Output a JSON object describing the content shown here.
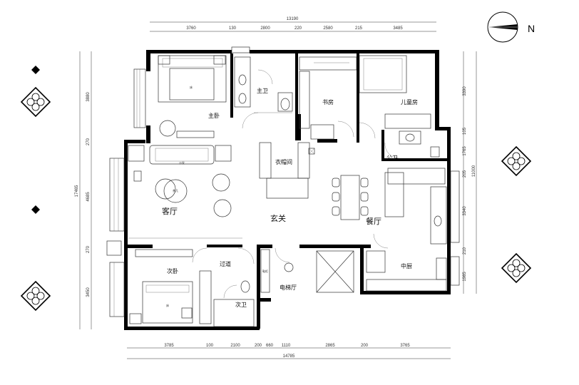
{
  "compass": {
    "label": "N"
  },
  "dimensions": {
    "top_total": "13190",
    "top": [
      "3760",
      "130",
      "2800",
      "220",
      "2580",
      "215",
      "3485"
    ],
    "bottom_total": "14785",
    "bottom": [
      "3785",
      "100",
      "2100",
      "200",
      "660",
      "1110",
      "2865",
      "200",
      "3765"
    ],
    "left_total": "17465",
    "left": [
      "3880",
      "270",
      "4685",
      "270",
      "3450"
    ],
    "right_total": "11000",
    "right": [
      "3390",
      "105",
      "1765",
      "205",
      "3340",
      "210",
      "1985"
    ]
  },
  "rooms": {
    "master_bedroom": "主卧",
    "master_bath": "主卫",
    "study": "书房",
    "kids_room": "儿童房",
    "closet": "衣帽间",
    "public_bath": "公卫",
    "living": "客厅",
    "foyer": "玄关",
    "dining": "餐厅",
    "second_bedroom": "次卧",
    "corridor": "过道",
    "guest_bath": "次卫",
    "elevator_hall": "电梯厅",
    "kitchen": "中厨"
  },
  "fixtures": {
    "sofa": "沙发",
    "tea_table": "茶几",
    "bed": "床",
    "desk": "书桌",
    "shoe_cabinet": "鞋柜",
    "door": "门"
  }
}
